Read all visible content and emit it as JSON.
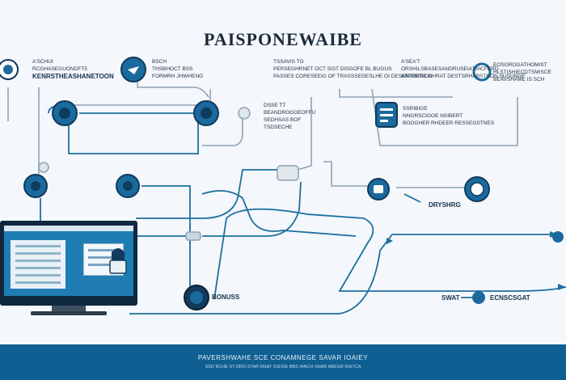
{
  "title": "PAISPONEWAIBE",
  "labels": {
    "top_left": [
      "A'SCHUI",
      "RCGHASEGUONDFT5",
      "KENRSTHEASHANETOON"
    ],
    "top_mid_left": [
      "BSCH",
      "THSBHOCT BSS",
      "FORMRH JHWHENG"
    ],
    "top_center": [
      "TSSAVIS TO",
      "PERSEGHRNET OCT SIST DISGOFE BL BUGUS",
      "PASSES CORESEEIG OF TRASSSEGESLHE OI DESENTRETION"
    ],
    "top_right_mid": [
      "A'SEA'T",
      "ORSHILSBASESANDRUSEIATNICFERD",
      "ARTORNE OHRAT DESTSRHABSTRON SUSUNGE"
    ],
    "top_far_right": [
      "EOSGROGATHOMIST",
      "HLSTISHIECDTSMISCE",
      "BEAVSHAME IS SCH"
    ],
    "mid_center": [
      "DSSE TT",
      "BEANDROGGEOFFU",
      "SEDHSAS BOF",
      "TSDSECHE"
    ],
    "mid_right": [
      "SSRIBIGE",
      "NNGRSCIGOE NSIBERT",
      "BOOGHER RHDEER RESSEGSTNES"
    ],
    "dryshing": "DRYSHRG",
    "bonus": "BONUSS",
    "swat": "SWAT",
    "ecngcsat": "ECNSCSGAT"
  },
  "footer": {
    "line1": "PAVERSHWAHE SCE CONAMNEGE SAVAR IOAIEY",
    "line2": "SSO BCHE ST DRO STAR MSAT SSHSE BBS IANCH SNAR ABEGR INSTCA"
  },
  "colors": {
    "primary": "#1a6a9e",
    "dark": "#123a5c",
    "line": "#7f98ad",
    "footer": "#0f5f93"
  }
}
